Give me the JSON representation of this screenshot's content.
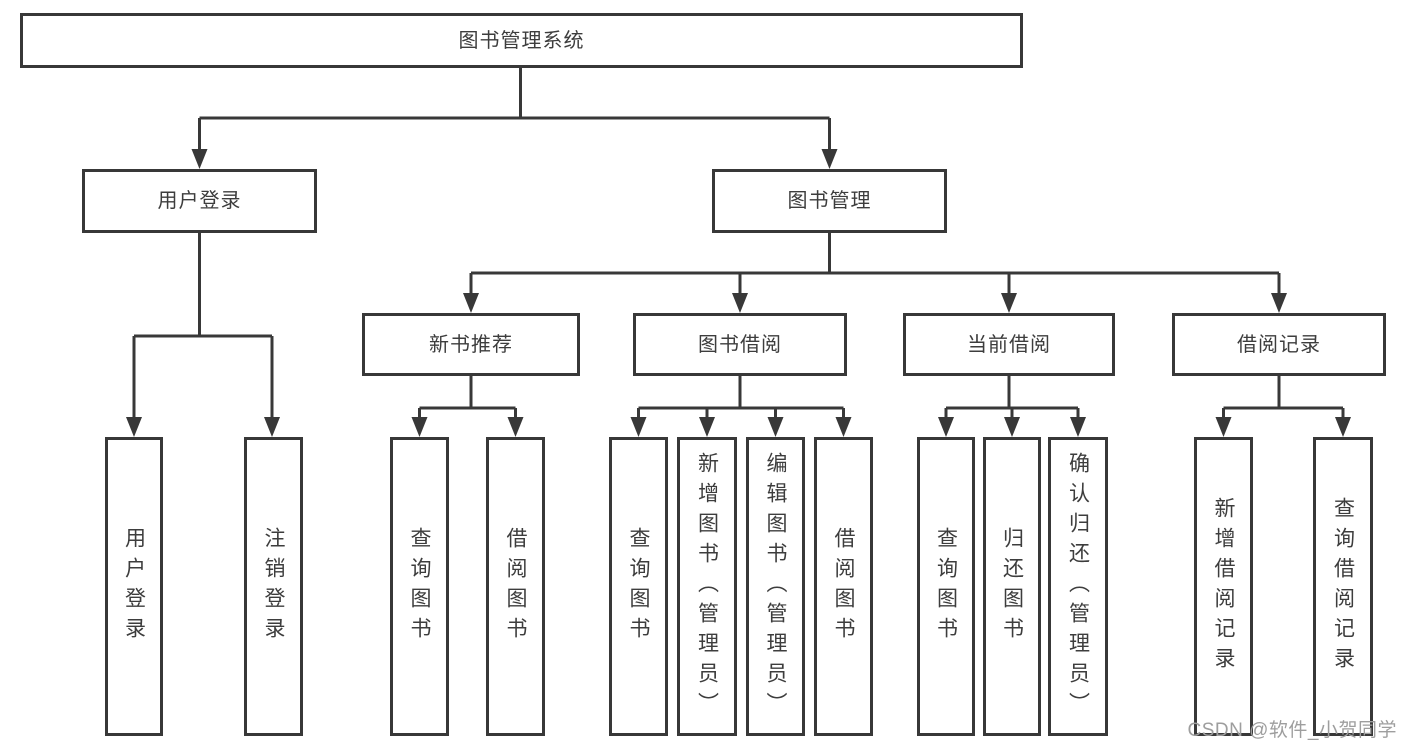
{
  "tree": {
    "label": "图书管理系统",
    "children": [
      {
        "label": "用户登录",
        "children": [
          {
            "label": "用户登录"
          },
          {
            "label": "注销登录"
          }
        ]
      },
      {
        "label": "图书管理",
        "children": [
          {
            "label": "新书推荐",
            "children": [
              {
                "label": "查询图书"
              },
              {
                "label": "借阅图书"
              }
            ]
          },
          {
            "label": "图书借阅",
            "children": [
              {
                "label": "查询图书"
              },
              {
                "label": "新增图书（管理员）"
              },
              {
                "label": "编辑图书（管理员）"
              },
              {
                "label": "借阅图书"
              }
            ]
          },
          {
            "label": "当前借阅",
            "children": [
              {
                "label": "查询图书"
              },
              {
                "label": "归还图书"
              },
              {
                "label": "确认归还（管理员）"
              }
            ]
          },
          {
            "label": "借阅记录",
            "children": [
              {
                "label": "新增借阅记录"
              },
              {
                "label": "查询借阅记录"
              }
            ]
          }
        ]
      }
    ]
  },
  "watermark": {
    "text": "CSDN @软件_小贺同学"
  },
  "colors": {
    "line": "#383838",
    "text": "#3d3d3d",
    "bg": "#ffffff",
    "watermark": "#9e9e9e"
  }
}
